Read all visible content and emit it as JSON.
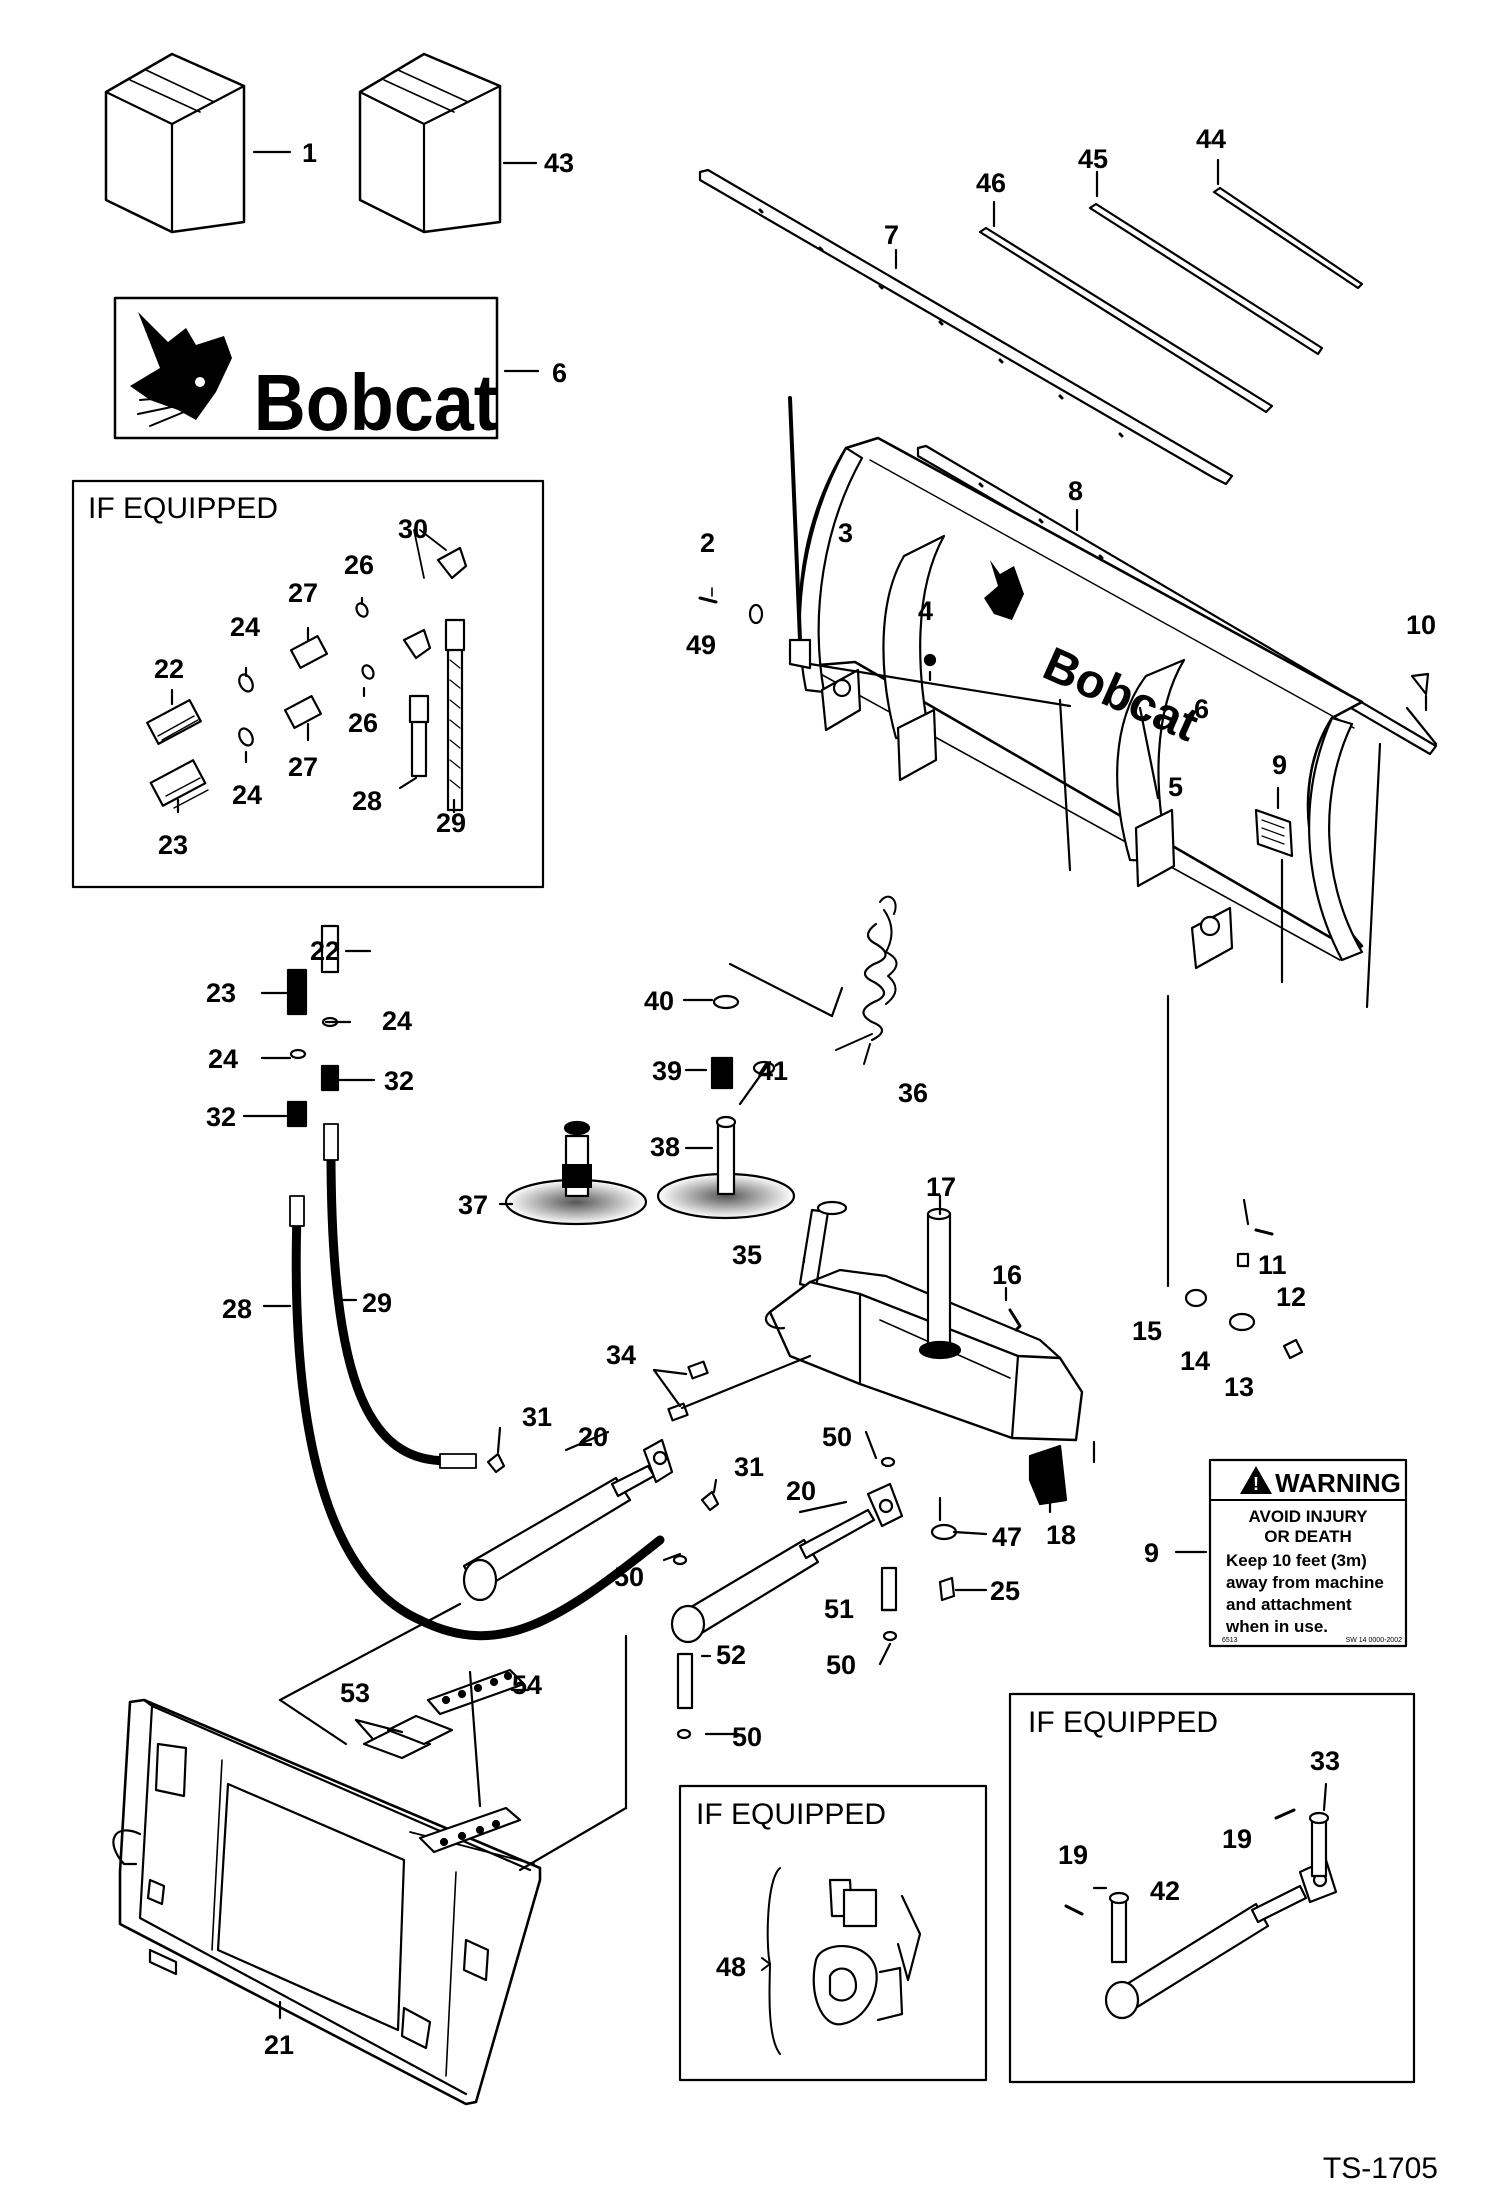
{
  "labels": {
    "l1": "1",
    "l43": "43",
    "l6a": "6",
    "l6b": "6",
    "l44": "44",
    "l45": "45",
    "l46": "46",
    "l7": "7",
    "l8": "8",
    "l2": "2",
    "l3": "3",
    "l49": "49",
    "l4": "4",
    "l10": "10",
    "l5": "5",
    "l9a": "9",
    "l9b": "9",
    "l30": "30",
    "l26a": "26",
    "l26b": "26",
    "l27a": "27",
    "l27b": "27",
    "l24a": "24",
    "l24b": "24",
    "l22a": "22",
    "l23a": "23",
    "l28a": "28",
    "l29a": "29",
    "l22b": "22",
    "l23b": "23",
    "l24c": "24",
    "l24d": "24",
    "l32a": "32",
    "l32b": "32",
    "l28b": "28",
    "l29b": "29",
    "l40": "40",
    "l39": "39",
    "l41": "41",
    "l38": "38",
    "l36": "36",
    "l37": "37",
    "l35": "35",
    "l17": "17",
    "l16": "16",
    "l11": "11",
    "l12": "12",
    "l15": "15",
    "l14": "14",
    "l13": "13",
    "l34": "34",
    "l31a": "31",
    "l31b": "31",
    "l20a": "20",
    "l20b": "20",
    "l50a": "50",
    "l50b": "50",
    "l50c": "50",
    "l50d": "50",
    "l47": "47",
    "l18": "18",
    "l25": "25",
    "l51": "51",
    "l52": "52",
    "l53": "53",
    "l54": "54",
    "l21": "21",
    "l48": "48",
    "l33": "33",
    "l19a": "19",
    "l19b": "19",
    "l42": "42"
  },
  "boxes": {
    "if_equipped_1": "IF EQUIPPED",
    "if_equipped_2": "IF EQUIPPED",
    "if_equipped_3": "IF EQUIPPED"
  },
  "logo": {
    "brand": "Bobcat"
  },
  "warning_decal": {
    "header": "WARNING",
    "line1": "AVOID INJURY",
    "line2": "OR DEATH",
    "line3": "Keep 10 feet (3m)",
    "line4": "away from machine",
    "line5": "and attachment",
    "line6": "when in use.",
    "fine_left": "6513",
    "fine_right": "SW 14 0000-2002"
  },
  "figure_id": "TS-1705",
  "colors": {
    "ink": "#000000",
    "paper": "#ffffff"
  }
}
